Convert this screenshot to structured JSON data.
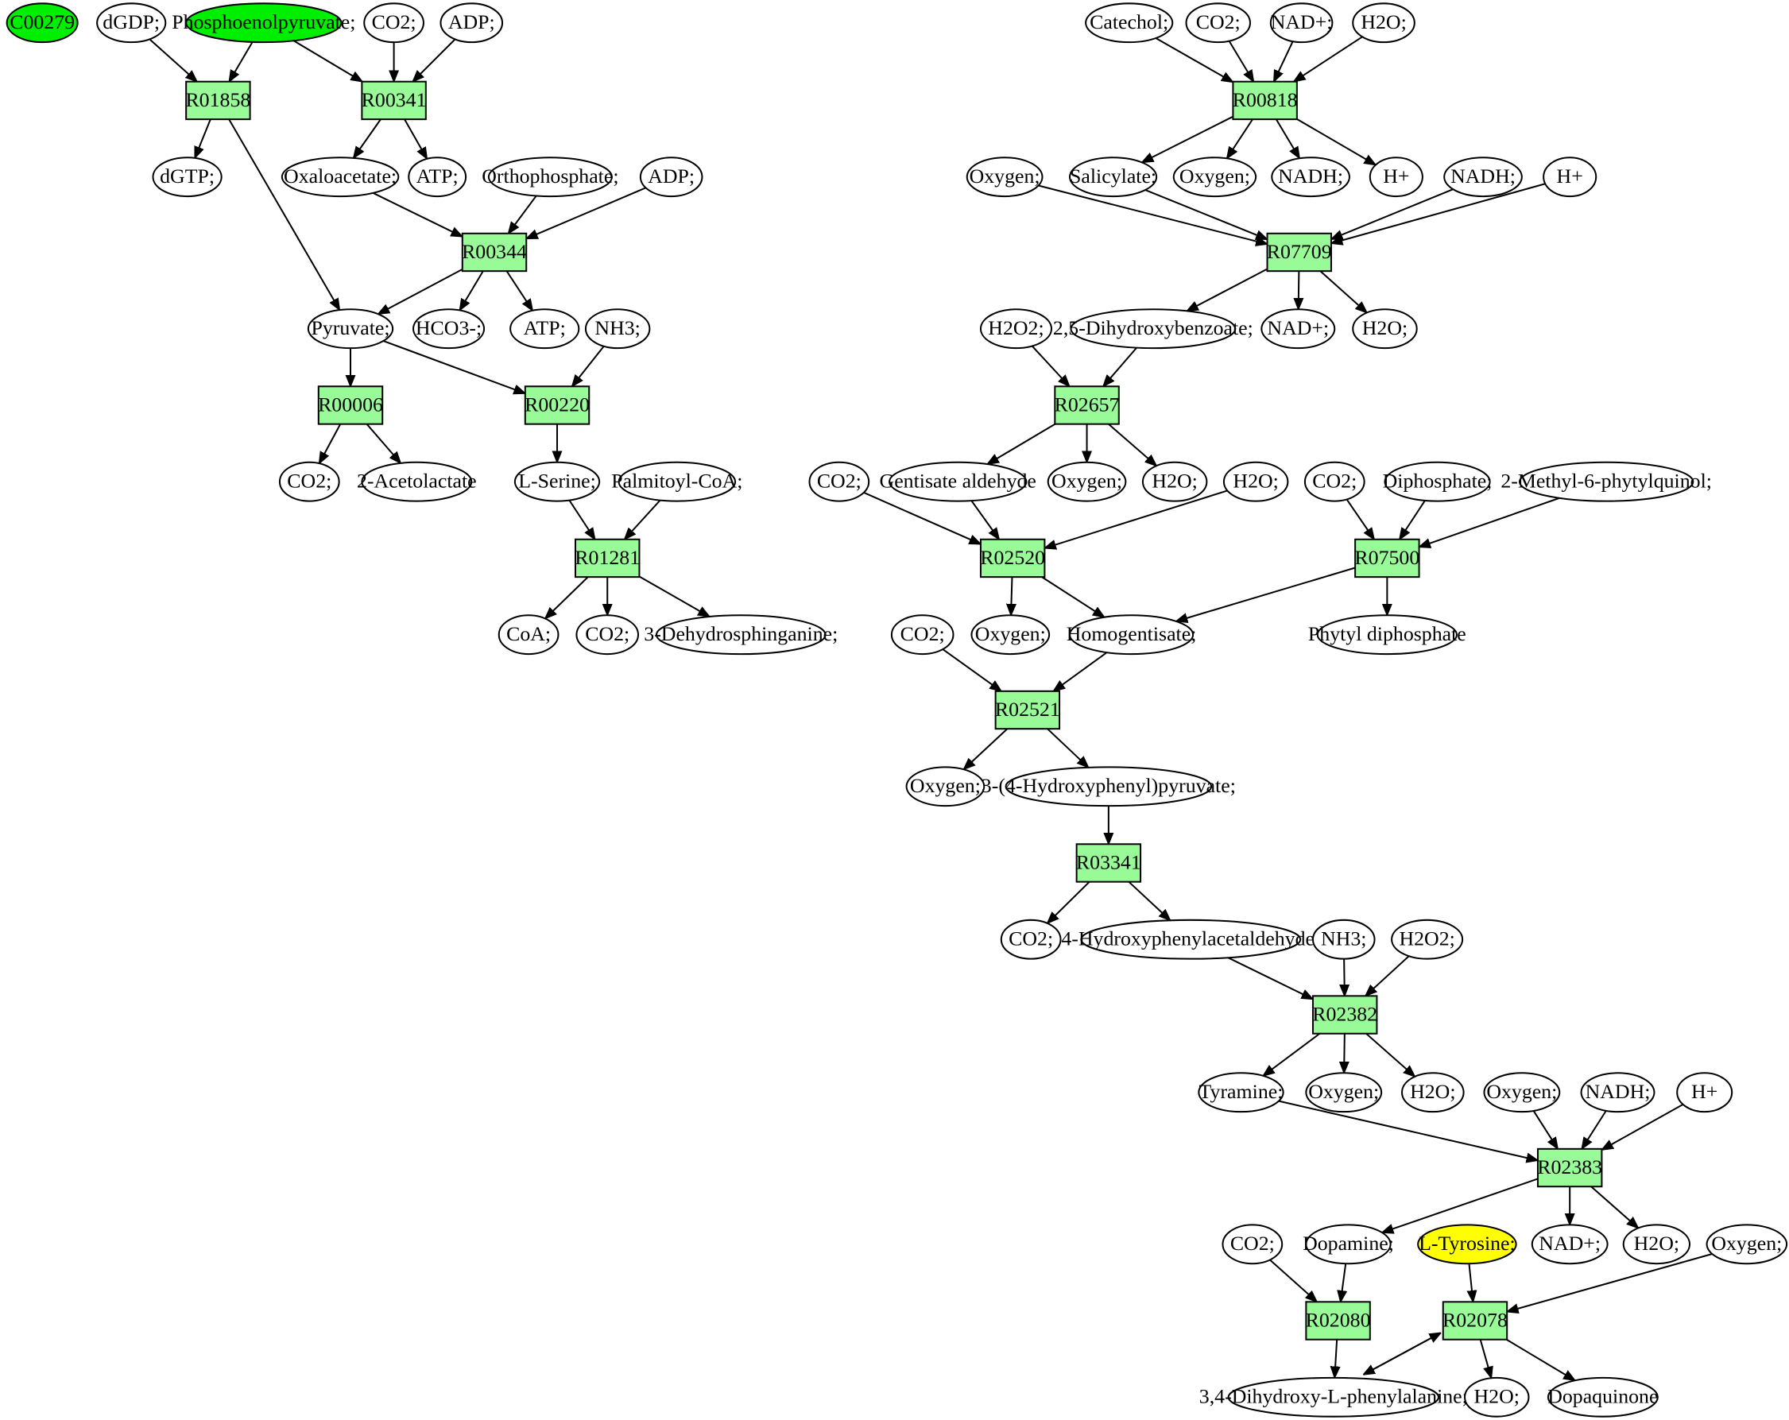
{
  "graph": {
    "nodes": [
      {
        "id": "c00279",
        "label": "C00279",
        "kind": "compound",
        "fill": "#00ee00"
      },
      {
        "id": "dgdp",
        "label": "dGDP;",
        "kind": "compound"
      },
      {
        "id": "pep",
        "label": "Phosphoenolpyruvate;",
        "kind": "compound",
        "fill": "#00ee00"
      },
      {
        "id": "co2_a",
        "label": "CO2;",
        "kind": "compound"
      },
      {
        "id": "adp_a",
        "label": "ADP;",
        "kind": "compound"
      },
      {
        "id": "R01858",
        "label": "R01858",
        "kind": "reaction"
      },
      {
        "id": "R00341",
        "label": "R00341",
        "kind": "reaction"
      },
      {
        "id": "dgtp",
        "label": "dGTP;",
        "kind": "compound"
      },
      {
        "id": "oxaloacetate",
        "label": "Oxaloacetate;",
        "kind": "compound"
      },
      {
        "id": "atp_a",
        "label": "ATP;",
        "kind": "compound"
      },
      {
        "id": "orthophosphate",
        "label": "Orthophosphate;",
        "kind": "compound"
      },
      {
        "id": "adp_b",
        "label": "ADP;",
        "kind": "compound"
      },
      {
        "id": "R00344",
        "label": "R00344",
        "kind": "reaction"
      },
      {
        "id": "pyruvate",
        "label": "Pyruvate;",
        "kind": "compound"
      },
      {
        "id": "hco3",
        "label": "HCO3-;",
        "kind": "compound"
      },
      {
        "id": "atp_b",
        "label": "ATP;",
        "kind": "compound"
      },
      {
        "id": "nh3_a",
        "label": "NH3;",
        "kind": "compound"
      },
      {
        "id": "R00006",
        "label": "R00006",
        "kind": "reaction"
      },
      {
        "id": "R00220",
        "label": "R00220",
        "kind": "reaction"
      },
      {
        "id": "co2_b",
        "label": "CO2;",
        "kind": "compound"
      },
      {
        "id": "acetolactate",
        "label": "2-Acetolactate",
        "kind": "compound"
      },
      {
        "id": "lserine",
        "label": "L-Serine;",
        "kind": "compound"
      },
      {
        "id": "palmitoylcoa",
        "label": "Palmitoyl-CoA;",
        "kind": "compound"
      },
      {
        "id": "R01281",
        "label": "R01281",
        "kind": "reaction"
      },
      {
        "id": "coa",
        "label": "CoA;",
        "kind": "compound"
      },
      {
        "id": "co2_c",
        "label": "CO2;",
        "kind": "compound"
      },
      {
        "id": "dehydrosph",
        "label": "3-Dehydrosphinganine;",
        "kind": "compound"
      },
      {
        "id": "catechol",
        "label": "Catechol;",
        "kind": "compound"
      },
      {
        "id": "co2_d",
        "label": "CO2;",
        "kind": "compound"
      },
      {
        "id": "nadp_a",
        "label": "NAD+;",
        "kind": "compound"
      },
      {
        "id": "h2o_a",
        "label": "H2O;",
        "kind": "compound"
      },
      {
        "id": "R00818",
        "label": "R00818",
        "kind": "reaction"
      },
      {
        "id": "oxygen_a",
        "label": "Oxygen;",
        "kind": "compound"
      },
      {
        "id": "salicylate",
        "label": "Salicylate;",
        "kind": "compound"
      },
      {
        "id": "oxygen_b",
        "label": "Oxygen;",
        "kind": "compound"
      },
      {
        "id": "nadh_a",
        "label": "NADH;",
        "kind": "compound"
      },
      {
        "id": "hplus_a",
        "label": "H+",
        "kind": "compound"
      },
      {
        "id": "nadh_b",
        "label": "NADH;",
        "kind": "compound"
      },
      {
        "id": "hplus_b",
        "label": "H+",
        "kind": "compound"
      },
      {
        "id": "R07709",
        "label": "R07709",
        "kind": "reaction"
      },
      {
        "id": "h2o2_a",
        "label": "H2O2;",
        "kind": "compound"
      },
      {
        "id": "dhb",
        "label": "2,5-Dihydroxybenzoate;",
        "kind": "compound"
      },
      {
        "id": "nadp_b",
        "label": "NAD+;",
        "kind": "compound"
      },
      {
        "id": "h2o_b",
        "label": "H2O;",
        "kind": "compound"
      },
      {
        "id": "R02657",
        "label": "R02657",
        "kind": "reaction"
      },
      {
        "id": "co2_e",
        "label": "CO2;",
        "kind": "compound"
      },
      {
        "id": "gentaldehyde",
        "label": "Gentisate aldehyde",
        "kind": "compound"
      },
      {
        "id": "oxygen_c",
        "label": "Oxygen;",
        "kind": "compound"
      },
      {
        "id": "h2o_c",
        "label": "H2O;",
        "kind": "compound"
      },
      {
        "id": "h2o_d",
        "label": "H2O;",
        "kind": "compound"
      },
      {
        "id": "co2_f",
        "label": "CO2;",
        "kind": "compound"
      },
      {
        "id": "diphosphate",
        "label": "Diphosphate;",
        "kind": "compound"
      },
      {
        "id": "mpq",
        "label": "2-Methyl-6-phytylquinol;",
        "kind": "compound"
      },
      {
        "id": "R02520",
        "label": "R02520",
        "kind": "reaction"
      },
      {
        "id": "R07500",
        "label": "R07500",
        "kind": "reaction"
      },
      {
        "id": "co2_g",
        "label": "CO2;",
        "kind": "compound"
      },
      {
        "id": "oxygen_d",
        "label": "Oxygen;",
        "kind": "compound"
      },
      {
        "id": "homogentisate",
        "label": "Homogentisate;",
        "kind": "compound"
      },
      {
        "id": "phytyldp",
        "label": "Phytyl diphosphate",
        "kind": "compound"
      },
      {
        "id": "R02521",
        "label": "R02521",
        "kind": "reaction"
      },
      {
        "id": "oxygen_e",
        "label": "Oxygen;",
        "kind": "compound"
      },
      {
        "id": "hpp",
        "label": "3-(4-Hydroxyphenyl)pyruvate;",
        "kind": "compound"
      },
      {
        "id": "R03341",
        "label": "R03341",
        "kind": "reaction"
      },
      {
        "id": "co2_h",
        "label": "CO2;",
        "kind": "compound"
      },
      {
        "id": "hpa",
        "label": "4-Hydroxyphenylacetaldehyde;",
        "kind": "compound"
      },
      {
        "id": "nh3_b",
        "label": "NH3;",
        "kind": "compound"
      },
      {
        "id": "h2o2_b",
        "label": "H2O2;",
        "kind": "compound"
      },
      {
        "id": "R02382",
        "label": "R02382",
        "kind": "reaction"
      },
      {
        "id": "tyramine",
        "label": "Tyramine;",
        "kind": "compound"
      },
      {
        "id": "oxygen_f",
        "label": "Oxygen;",
        "kind": "compound"
      },
      {
        "id": "h2o_e",
        "label": "H2O;",
        "kind": "compound"
      },
      {
        "id": "oxygen_g",
        "label": "Oxygen;",
        "kind": "compound"
      },
      {
        "id": "nadh_c",
        "label": "NADH;",
        "kind": "compound"
      },
      {
        "id": "hplus_c",
        "label": "H+",
        "kind": "compound"
      },
      {
        "id": "R02383",
        "label": "R02383",
        "kind": "reaction"
      },
      {
        "id": "co2_i",
        "label": "CO2;",
        "kind": "compound"
      },
      {
        "id": "dopamine",
        "label": "Dopamine;",
        "kind": "compound"
      },
      {
        "id": "ltyrosine",
        "label": "L-Tyrosine;",
        "kind": "compound",
        "fill": "#ffff00"
      },
      {
        "id": "nadp_c",
        "label": "NAD+;",
        "kind": "compound"
      },
      {
        "id": "h2o_f",
        "label": "H2O;",
        "kind": "compound"
      },
      {
        "id": "oxygen_h",
        "label": "Oxygen;",
        "kind": "compound"
      },
      {
        "id": "R02080",
        "label": "R02080",
        "kind": "reaction"
      },
      {
        "id": "R02078",
        "label": "R02078",
        "kind": "reaction"
      },
      {
        "id": "ldopa",
        "label": "3,4-Dihydroxy-L-phenylalanine;",
        "kind": "compound"
      },
      {
        "id": "h2o_g",
        "label": "H2O;",
        "kind": "compound"
      },
      {
        "id": "dopaquinone",
        "label": "Dopaquinone",
        "kind": "compound"
      }
    ],
    "edges": [
      [
        "dgdp",
        "R01858"
      ],
      [
        "pep",
        "R01858"
      ],
      [
        "pep",
        "R00341"
      ],
      [
        "co2_a",
        "R00341"
      ],
      [
        "adp_a",
        "R00341"
      ],
      [
        "R01858",
        "dgtp"
      ],
      [
        "R01858",
        "pyruvate"
      ],
      [
        "R00341",
        "oxaloacetate"
      ],
      [
        "R00341",
        "atp_a"
      ],
      [
        "oxaloacetate",
        "R00344"
      ],
      [
        "orthophosphate",
        "R00344"
      ],
      [
        "adp_b",
        "R00344"
      ],
      [
        "R00344",
        "pyruvate"
      ],
      [
        "R00344",
        "hco3"
      ],
      [
        "R00344",
        "atp_b"
      ],
      [
        "pyruvate",
        "R00006"
      ],
      [
        "pyruvate",
        "R00220"
      ],
      [
        "nh3_a",
        "R00220"
      ],
      [
        "R00006",
        "co2_b"
      ],
      [
        "R00006",
        "acetolactate"
      ],
      [
        "R00220",
        "lserine"
      ],
      [
        "lserine",
        "R01281"
      ],
      [
        "palmitoylcoa",
        "R01281"
      ],
      [
        "R01281",
        "coa"
      ],
      [
        "R01281",
        "co2_c"
      ],
      [
        "R01281",
        "dehydrosph"
      ],
      [
        "catechol",
        "R00818"
      ],
      [
        "co2_d",
        "R00818"
      ],
      [
        "nadp_a",
        "R00818"
      ],
      [
        "h2o_a",
        "R00818"
      ],
      [
        "R00818",
        "salicylate"
      ],
      [
        "R00818",
        "oxygen_b"
      ],
      [
        "R00818",
        "nadh_a"
      ],
      [
        "R00818",
        "hplus_a"
      ],
      [
        "oxygen_a",
        "R07709"
      ],
      [
        "salicylate",
        "R07709"
      ],
      [
        "nadh_b",
        "R07709"
      ],
      [
        "hplus_b",
        "R07709"
      ],
      [
        "R07709",
        "dhb"
      ],
      [
        "R07709",
        "nadp_b"
      ],
      [
        "R07709",
        "h2o_b"
      ],
      [
        "h2o2_a",
        "R02657"
      ],
      [
        "dhb",
        "R02657"
      ],
      [
        "R02657",
        "gentaldehyde"
      ],
      [
        "R02657",
        "oxygen_c"
      ],
      [
        "R02657",
        "h2o_c"
      ],
      [
        "co2_e",
        "R02520"
      ],
      [
        "gentaldehyde",
        "R02520"
      ],
      [
        "h2o_d",
        "R02520"
      ],
      [
        "R02520",
        "oxygen_d"
      ],
      [
        "R02520",
        "homogentisate"
      ],
      [
        "co2_f",
        "R07500"
      ],
      [
        "diphosphate",
        "R07500"
      ],
      [
        "mpq",
        "R07500"
      ],
      [
        "R07500",
        "homogentisate"
      ],
      [
        "R07500",
        "phytyldp"
      ],
      [
        "co2_g",
        "R02521"
      ],
      [
        "homogentisate",
        "R02521"
      ],
      [
        "R02521",
        "oxygen_e"
      ],
      [
        "R02521",
        "hpp"
      ],
      [
        "hpp",
        "R03341"
      ],
      [
        "R03341",
        "co2_h"
      ],
      [
        "R03341",
        "hpa"
      ],
      [
        "hpa",
        "R02382"
      ],
      [
        "nh3_b",
        "R02382"
      ],
      [
        "h2o2_b",
        "R02382"
      ],
      [
        "R02382",
        "tyramine"
      ],
      [
        "R02382",
        "oxygen_f"
      ],
      [
        "R02382",
        "h2o_e"
      ],
      [
        "tyramine",
        "R02383"
      ],
      [
        "oxygen_g",
        "R02383"
      ],
      [
        "nadh_c",
        "R02383"
      ],
      [
        "hplus_c",
        "R02383"
      ],
      [
        "R02383",
        "dopamine"
      ],
      [
        "R02383",
        "nadp_c"
      ],
      [
        "R02383",
        "h2o_f"
      ],
      [
        "co2_i",
        "R02080"
      ],
      [
        "dopamine",
        "R02080"
      ],
      [
        "R02080",
        "ldopa"
      ],
      [
        "ltyrosine",
        "R02078"
      ],
      [
        "oxygen_h",
        "R02078"
      ],
      [
        "ldopa",
        "R02078"
      ],
      [
        "R02078",
        "ldopa"
      ],
      [
        "R02078",
        "h2o_g"
      ],
      [
        "R02078",
        "dopaquinone"
      ]
    ]
  }
}
